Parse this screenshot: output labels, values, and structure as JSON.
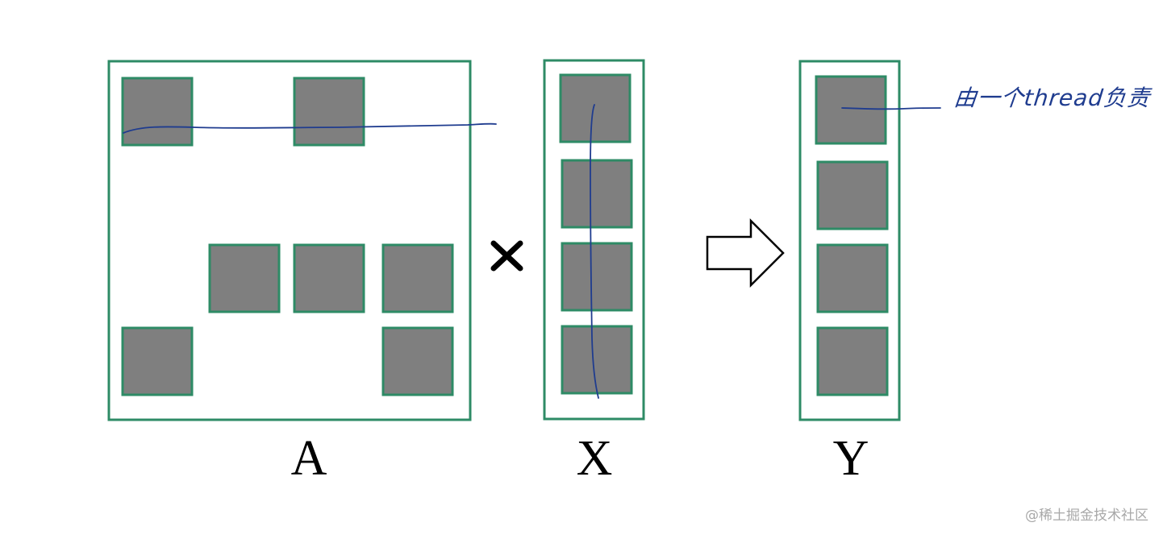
{
  "diagram": {
    "labels": {
      "matrix_a": "A",
      "vector_x": "X",
      "vector_y": "Y"
    },
    "operator_symbol": "multiply",
    "arrow_symbol": "right-arrow",
    "annotation": "由一个thread负责"
  },
  "watermark": "@稀土掘金技术社区",
  "colors": {
    "frame": "#2e8b66",
    "block": "#7f7f7f",
    "ink": "#1f3c8f",
    "text": "#000000",
    "watermark": "#a8a8a8"
  }
}
